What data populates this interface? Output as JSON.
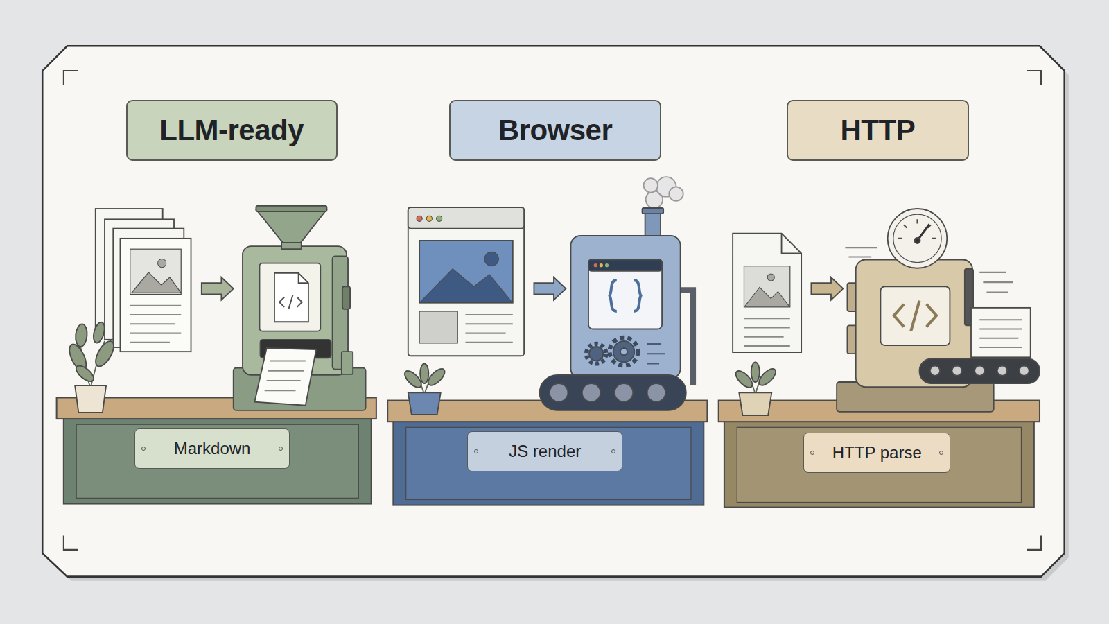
{
  "diagram": {
    "nodes": [
      {
        "text": [
          "LLM-ready"
        ]
      },
      {
        "text": [
          "Browser"
        ]
      },
      {
        "text": [
          "HTTP"
        ]
      },
      {
        "text": [
          "Markdown"
        ]
      },
      {
        "text": [
          "JS render"
        ]
      },
      {
        "text": [
          "HTTP parse"
        ]
      }
    ]
  }
}
